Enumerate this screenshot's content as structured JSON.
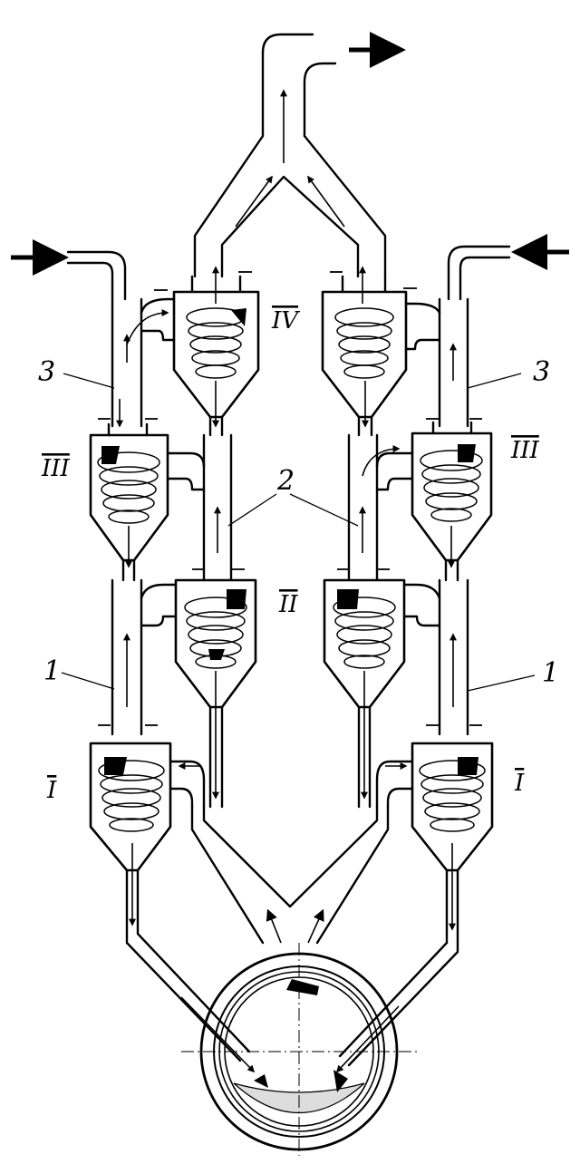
{
  "labels": {
    "pipe_left": "3",
    "pipe_right": "3",
    "pipe_middle": "2",
    "pipe_lower_left": "1",
    "pipe_lower_right": "1"
  },
  "stages": {
    "stage1_left": "I",
    "stage1_right": "I",
    "stage2_left": "II",
    "stage3_left": "III",
    "stage3_right": "III",
    "stage4_left": "IV"
  }
}
